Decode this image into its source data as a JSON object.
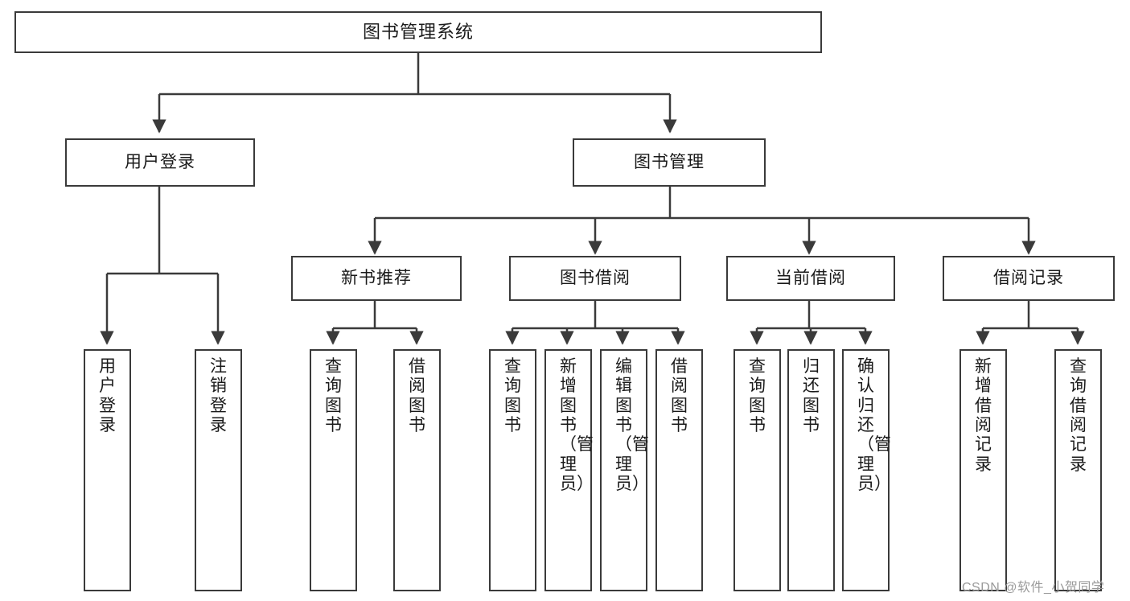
{
  "diagram": {
    "title": "图书管理系统",
    "type": "tree-hierarchy",
    "colors": {
      "border": "#3a3a3a",
      "background": "#ffffff",
      "text": "#1a1a1a",
      "watermark": "#9a9a9a"
    },
    "nodes": {
      "root": {
        "label": "图书管理系统"
      },
      "level2": [
        {
          "label": "用户登录"
        },
        {
          "label": "图书管理"
        }
      ],
      "level3": [
        {
          "label": "新书推荐"
        },
        {
          "label": "图书借阅"
        },
        {
          "label": "当前借阅"
        },
        {
          "label": "借阅记录"
        }
      ],
      "leaves": {
        "user_login": [
          {
            "label": "用户登录"
          },
          {
            "label": "注销登录"
          }
        ],
        "new_book_recommend": [
          {
            "label": "查询图书"
          },
          {
            "label": "借阅图书"
          }
        ],
        "book_borrow": [
          {
            "label": "查询图书"
          },
          {
            "label": "新增图书（管理员）"
          },
          {
            "label": "编辑图书（管理员）"
          },
          {
            "label": "借阅图书"
          }
        ],
        "current_borrow": [
          {
            "label": "查询图书"
          },
          {
            "label": "归还图书"
          },
          {
            "label": "确认归还（管理员）"
          }
        ],
        "borrow_record": [
          {
            "label": "新增借阅记录"
          },
          {
            "label": "查询借阅记录"
          }
        ]
      }
    },
    "watermark": "CSDN @软件_小贺同学"
  }
}
